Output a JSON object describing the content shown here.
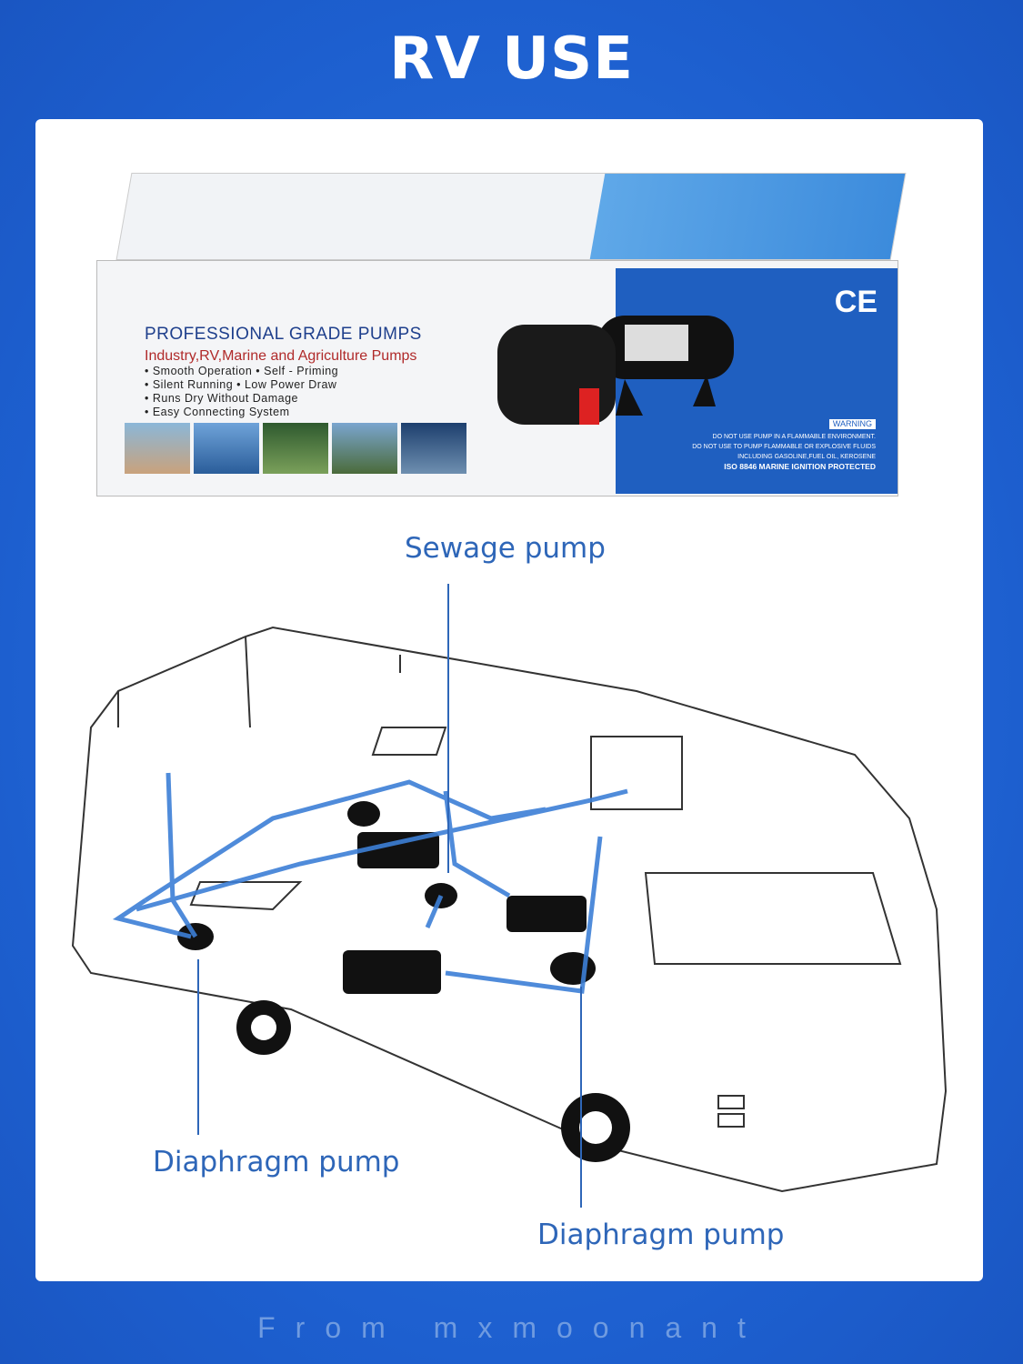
{
  "title": "RV USE",
  "box": {
    "heading": "PROFESSIONAL GRADE PUMPS",
    "subheading": "Industry,RV,Marine and Agriculture Pumps",
    "features": [
      "• Smooth Operation  • Self - Priming",
      "• Silent Running  • Low Power Draw",
      "• Runs Dry Without Damage",
      "• Easy Connecting System"
    ],
    "ce": "CE",
    "warning_label": "WARNING",
    "warning_lines": [
      "DO NOT USE PUMP IN A FLAMMABLE ENVIRONMENT.",
      "DO NOT USE TO PUMP FLAMMABLE OR EXPLOSIVE FLUIDS",
      "INCLUDING GASOLINE,FUEL OIL, KEROSENE"
    ],
    "iso": "ISO 8846 MARINE IGNITION PROTECTED"
  },
  "labels": {
    "sewage": "Sewage pump",
    "diaphragm_left": "Diaphragm pump",
    "diaphragm_right": "Diaphragm pump"
  },
  "footer": "From mxmoonant",
  "colors": {
    "background": "#1d5fcf",
    "label": "#2e66b8",
    "pipe": "#3d7fd6"
  }
}
